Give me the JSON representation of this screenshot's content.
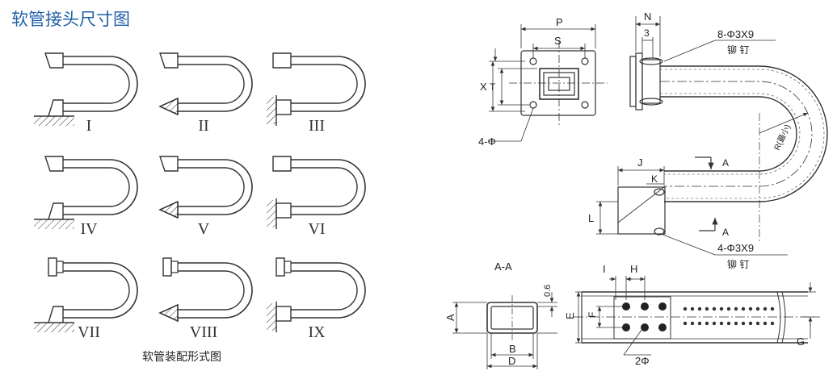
{
  "title": "软管接头尺寸图",
  "caption": "软管装配形式图",
  "roman": [
    "I",
    "II",
    "III",
    "IV",
    "V",
    "VI",
    "VII",
    "VIII",
    "IX"
  ],
  "dims": {
    "P": "P",
    "S": "S",
    "X": "X",
    "T": "T",
    "N": "N",
    "three": "3",
    "rivet_top": "8-Φ3X9",
    "rivet_top_cn": "铆 钉",
    "hole": "4-Φ",
    "radius": "R(最小)",
    "A1": "A",
    "A2": "A",
    "J": "J",
    "K": "K",
    "L": "L",
    "rivet_bot": "4-Φ3X9",
    "rivet_bot_cn": "铆 钉",
    "section": "A-A",
    "thick": "0.6",
    "A": "A",
    "B": "B",
    "D": "D",
    "I": "I",
    "H": "H",
    "E": "E",
    "F": "F",
    "G": "G",
    "twophi": "2Φ"
  },
  "colors": {
    "title": "#1f5fa8",
    "line": "#333333"
  }
}
